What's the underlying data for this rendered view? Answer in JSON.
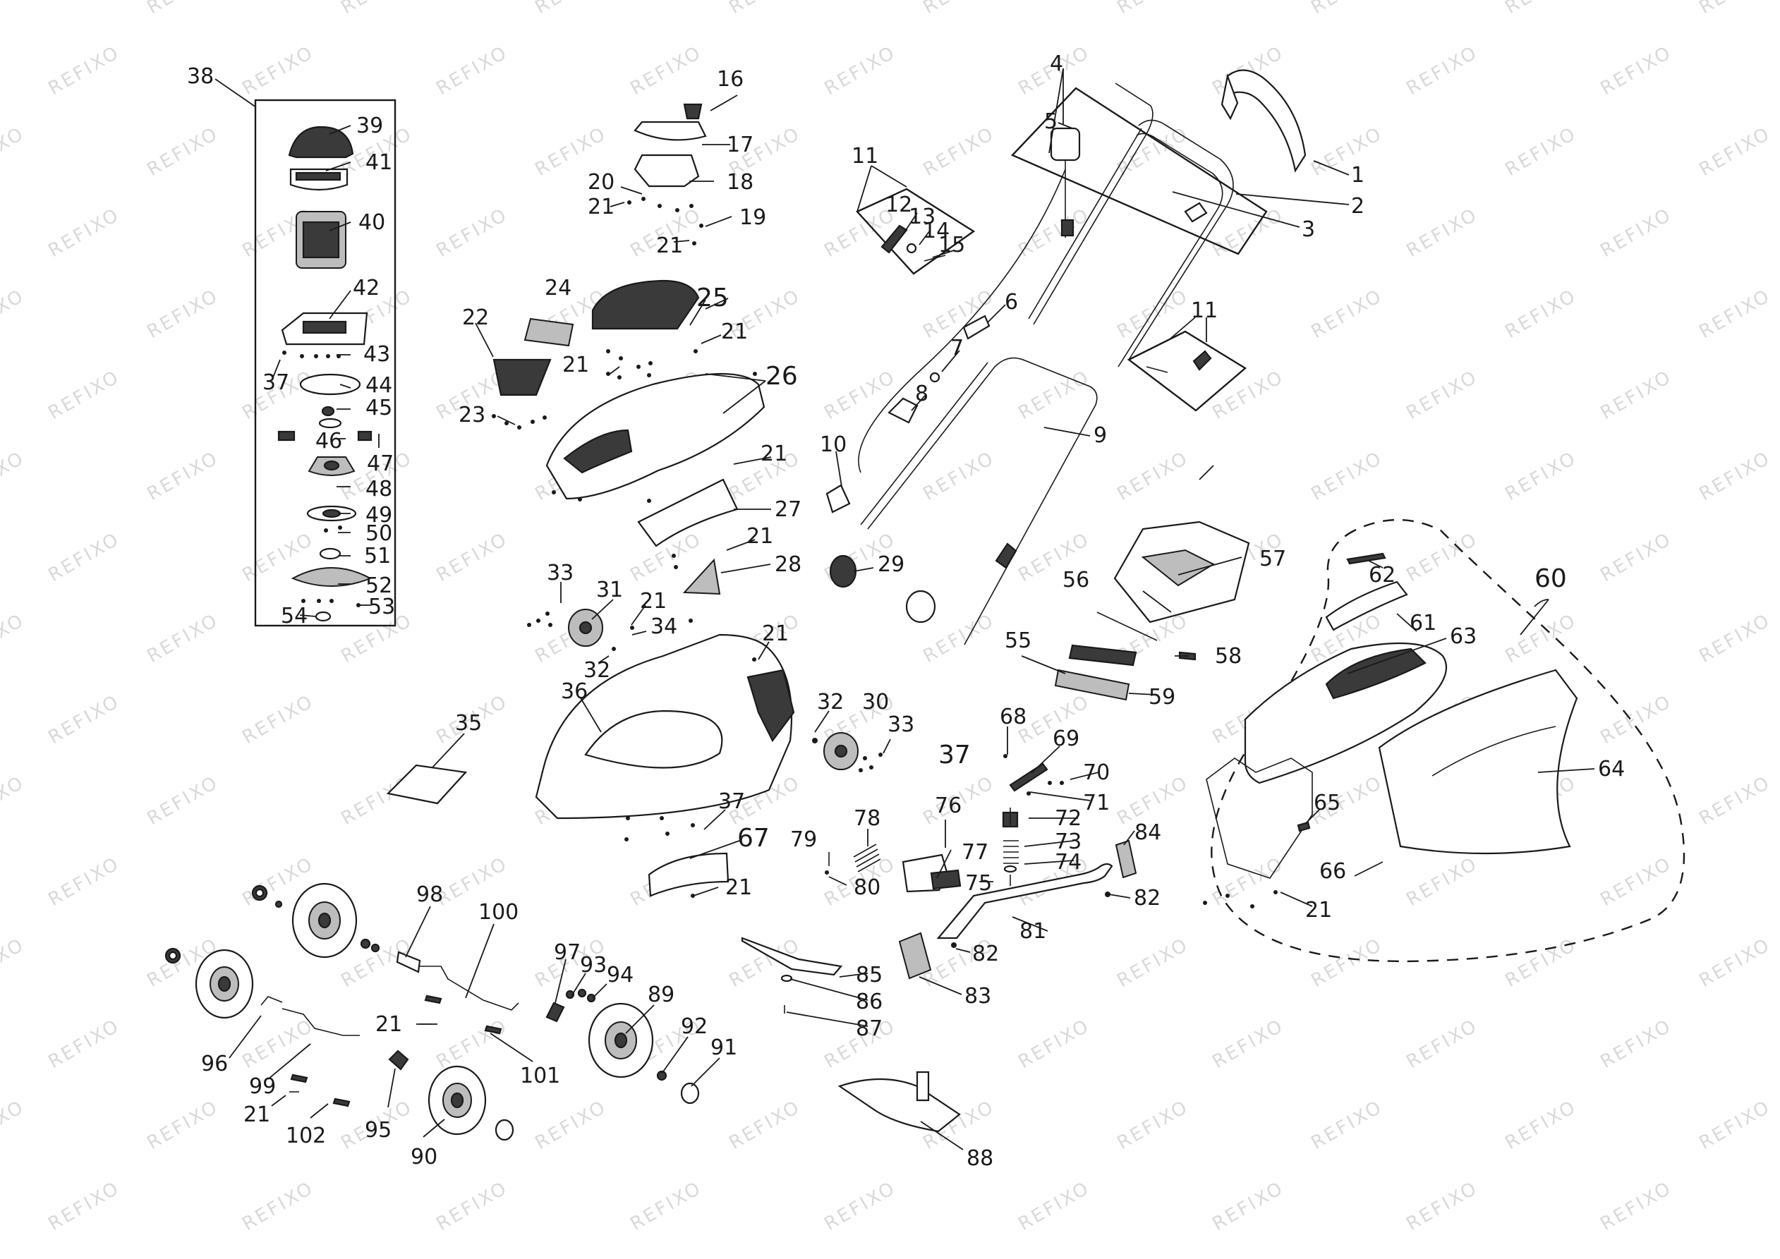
{
  "watermark": "REFIXO",
  "callouts": {
    "c1": "1",
    "c2": "2",
    "c3": "3",
    "c4": "4",
    "c5": "5",
    "c6": "6",
    "c7": "7",
    "c8": "8",
    "c9": "9",
    "c10": "10",
    "c11a": "11",
    "c11b": "11",
    "c12": "12",
    "c13": "13",
    "c14": "14",
    "c15": "15",
    "c16": "16",
    "c17": "17",
    "c18": "18",
    "c19": "19",
    "c20": "20",
    "c21": "21",
    "c22": "22",
    "c23": "23",
    "c24": "24",
    "c25": "25",
    "c26": "26",
    "c27": "27",
    "c28": "28",
    "c29": "29",
    "c30": "30",
    "c31": "31",
    "c32": "32",
    "c33": "33",
    "c34": "34",
    "c35": "35",
    "c36": "36",
    "c37": "37",
    "c38": "38",
    "c39": "39",
    "c40": "40",
    "c41": "41",
    "c42": "42",
    "c43": "43",
    "c44": "44",
    "c45": "45",
    "c46": "46",
    "c47": "47",
    "c48": "48",
    "c49": "49",
    "c50": "50",
    "c51": "51",
    "c52": "52",
    "c53": "53",
    "c54": "54",
    "c55": "55",
    "c56": "56",
    "c57": "57",
    "c58": "58",
    "c59": "59",
    "c60": "60",
    "c61": "61",
    "c62": "62",
    "c63": "63",
    "c64": "64",
    "c65": "65",
    "c66": "66",
    "c67": "67",
    "c68": "68",
    "c69": "69",
    "c70": "70",
    "c71": "71",
    "c72": "72",
    "c73": "73",
    "c74": "74",
    "c75": "75",
    "c76": "76",
    "c77": "77",
    "c78": "78",
    "c79": "79",
    "c80": "80",
    "c81": "81",
    "c82": "82",
    "c83": "83",
    "c84": "84",
    "c85": "85",
    "c86": "86",
    "c87": "87",
    "c88": "88",
    "c89": "89",
    "c90": "90",
    "c91": "91",
    "c92": "92",
    "c93": "93",
    "c94": "94",
    "c95": "95",
    "c96": "96",
    "c97": "97",
    "c98": "98",
    "c99": "99",
    "c100": "100",
    "c101": "101",
    "c102": "102"
  }
}
